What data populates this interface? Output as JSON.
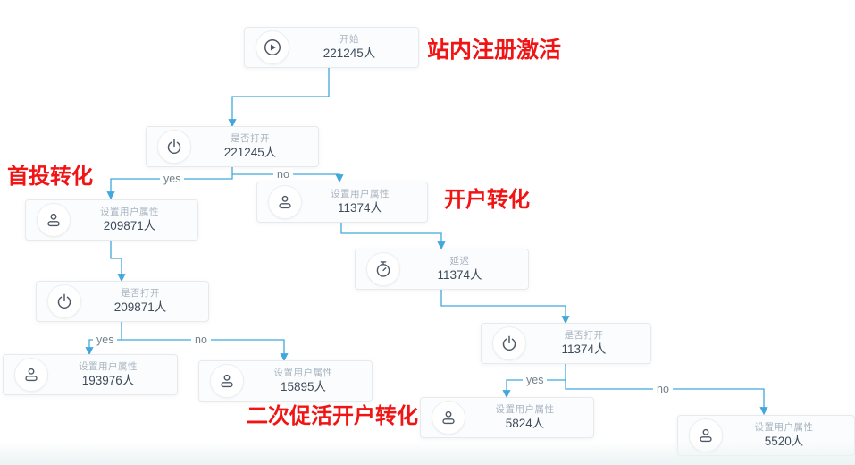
{
  "diagram": {
    "connector_color": "#41a7dc",
    "annotation_color": "#f11414",
    "annotations": [
      {
        "text": "站内注册激活"
      },
      {
        "text": "首投转化"
      },
      {
        "text": "开户转化"
      },
      {
        "text": "二次促活开户转化"
      }
    ],
    "nodes": [
      {
        "id": "start",
        "icon": "play-icon",
        "label": "开始",
        "count": "221245人"
      },
      {
        "id": "open-check-1",
        "icon": "power-icon",
        "label": "是否打开",
        "count": "221245人"
      },
      {
        "id": "set-attrs-1",
        "icon": "person-icon",
        "label": "设置用户属性",
        "count": "209871人"
      },
      {
        "id": "set-attrs-2",
        "icon": "person-icon",
        "label": "设置用户属性",
        "count": "11374人"
      },
      {
        "id": "open-check-2",
        "icon": "power-icon",
        "label": "是否打开",
        "count": "209871人"
      },
      {
        "id": "delay",
        "icon": "stopwatch-icon",
        "label": "延迟",
        "count": "11374人"
      },
      {
        "id": "set-attrs-3",
        "icon": "person-icon",
        "label": "设置用户属性",
        "count": "193976人"
      },
      {
        "id": "set-attrs-4",
        "icon": "person-icon",
        "label": "设置用户属性",
        "count": "15895人"
      },
      {
        "id": "open-check-3",
        "icon": "power-icon",
        "label": "是否打开",
        "count": "11374人"
      },
      {
        "id": "set-attrs-5",
        "icon": "person-icon",
        "label": "设置用户属性",
        "count": "5824人"
      },
      {
        "id": "set-attrs-6",
        "icon": "person-icon",
        "label": "设置用户属性",
        "count": "5520人"
      }
    ],
    "edges": [
      {
        "from": "start",
        "to": "open-check-1",
        "label": ""
      },
      {
        "from": "open-check-1",
        "to": "set-attrs-1",
        "label": "yes"
      },
      {
        "from": "open-check-1",
        "to": "set-attrs-2",
        "label": "no"
      },
      {
        "from": "set-attrs-1",
        "to": "open-check-2",
        "label": ""
      },
      {
        "from": "open-check-2",
        "to": "set-attrs-3",
        "label": "yes"
      },
      {
        "from": "open-check-2",
        "to": "set-attrs-4",
        "label": "no"
      },
      {
        "from": "set-attrs-2",
        "to": "delay",
        "label": ""
      },
      {
        "from": "delay",
        "to": "open-check-3",
        "label": ""
      },
      {
        "from": "open-check-3",
        "to": "set-attrs-5",
        "label": "yes"
      },
      {
        "from": "open-check-3",
        "to": "set-attrs-6",
        "label": "no"
      }
    ]
  }
}
